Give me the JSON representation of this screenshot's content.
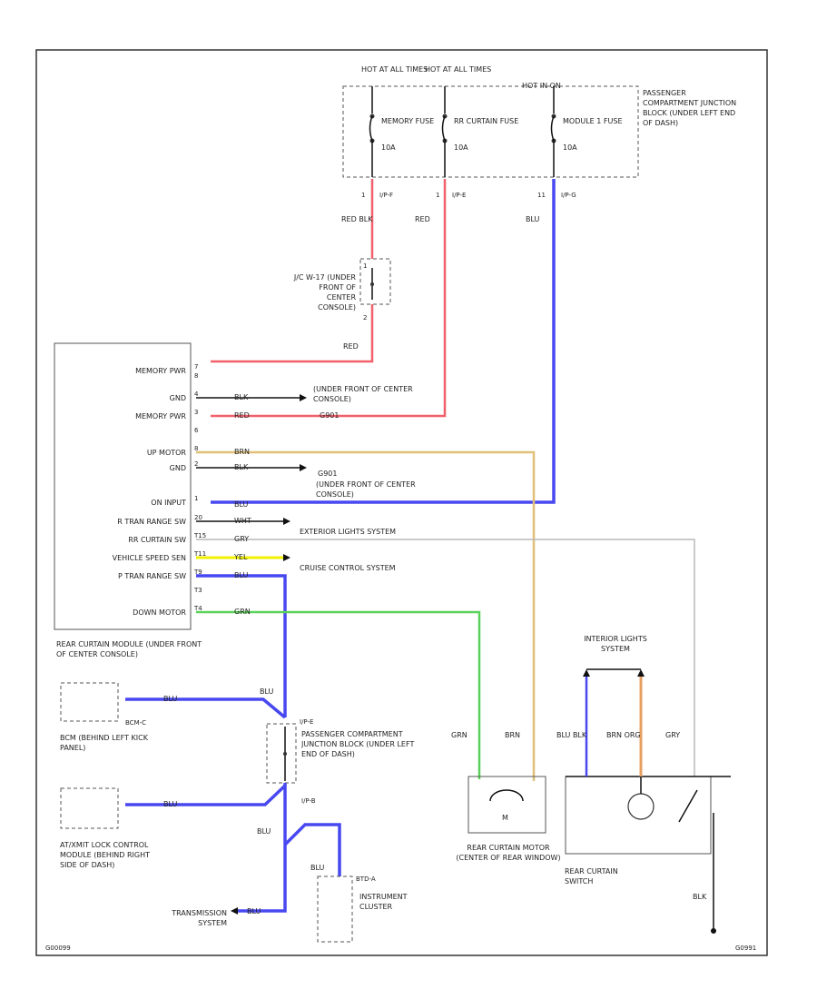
{
  "fuse_block": {
    "hot_label_1": "HOT AT ALL TIMES",
    "hot_label_2": "HOT AT ALL TIMES",
    "hot_label_3": "HOT IN ON",
    "name": "PASSENGER COMPARTMENT JUNCTION BLOCK (UNDER LEFT END OF DASH)",
    "fuses": [
      {
        "name": "MEMORY FUSE",
        "amps": "10A",
        "pin": "1",
        "conn": "I/P-F"
      },
      {
        "name": "RR CURTAIN FUSE",
        "amps": "10A",
        "pin": "1",
        "conn": "I/P-E"
      },
      {
        "name": "MODULE 1 FUSE",
        "amps": "10A",
        "pin": "11",
        "conn": "I/P-G"
      }
    ]
  },
  "jc": {
    "label": "J/C W-17 (UNDER FRONT OF CENTER CONSOLE)",
    "pin_top": "1",
    "pin_bot": "2"
  },
  "wire_colors": {
    "red_blk": "RED BLK",
    "red": "RED",
    "blu": "BLU",
    "brn": "BRN",
    "gry": "GRY",
    "wht": "WHT",
    "yel": "YEL",
    "grn": "GRN",
    "blk": "BLK",
    "blu_blk": "BLU BLK",
    "brn_org": "BRN ORG"
  },
  "module": {
    "name": "REAR CURTAIN MODULE (UNDER FRONT OF CENTER CONSOLE)",
    "pins": [
      {
        "label": "MEMORY PWR",
        "pin": "7",
        "wire": "RED"
      },
      {
        "label": "",
        "pin": "8",
        "wire": ""
      },
      {
        "label": "GND",
        "pin": "4",
        "wire": "BLK"
      },
      {
        "label": "MEMORY PWR",
        "pin": "3",
        "wire": "RED"
      },
      {
        "label": "",
        "pin": "6",
        "wire": ""
      },
      {
        "label": "UP MOTOR",
        "pin": "8",
        "wire": "BRN"
      },
      {
        "label": "GND",
        "pin": "2",
        "wire": "BLK"
      },
      {
        "label": "ON INPUT",
        "pin": "1",
        "wire": "BLU"
      },
      {
        "label": "R TRAN RANGE SW",
        "pin": "20",
        "wire": "WHT"
      },
      {
        "label": "RR CURTAIN SW",
        "pin": "T15",
        "wire": "GRY"
      },
      {
        "label": "VEHICLE SPEED SEN",
        "pin": "T11",
        "wire": "YEL"
      },
      {
        "label": "P TRAN RANGE SW",
        "pin": "T9",
        "wire": "BLU"
      },
      {
        "label": "",
        "pin": "T3",
        "wire": ""
      },
      {
        "label": "DOWN MOTOR",
        "pin": "T4",
        "wire": "GRN"
      }
    ]
  },
  "dests": {
    "ground1": "(UNDER FRONT OF CENTER CONSOLE)",
    "ground2_code": "G901",
    "ground2": "(UNDER FRONT OF CENTER CONSOLE)",
    "ext_lights": "EXTERIOR LIGHTS SYSTEM",
    "cruise": "CRUISE CONTROL SYSTEM",
    "trans": "TRANSMISSION SYSTEM"
  },
  "components": {
    "bcm_conn": "BCM-C",
    "bcm": "BCM (BEHIND LEFT KICK PANEL)",
    "atx": "AT/XMIT LOCK CONTROL MODULE (BEHIND RIGHT SIDE OF DASH)",
    "jb_conn": "I/P-E",
    "jb2": "PASSENGER COMPARTMENT JUNCTION BLOCK (UNDER LEFT END OF DASH)",
    "jb2_conn2": "I/P-B",
    "ic_conn": "BTD-A",
    "ic": "INSTRUMENT CLUSTER",
    "motor": "REAR CURTAIN MOTOR (CENTER OF REAR WINDOW)",
    "switch": "REAR CURTAIN SWITCH",
    "int_lights": "INTERIOR LIGHTS SYSTEM",
    "motor_symbol": "M"
  },
  "footer": {
    "left": "G00099",
    "right": "G0991"
  }
}
